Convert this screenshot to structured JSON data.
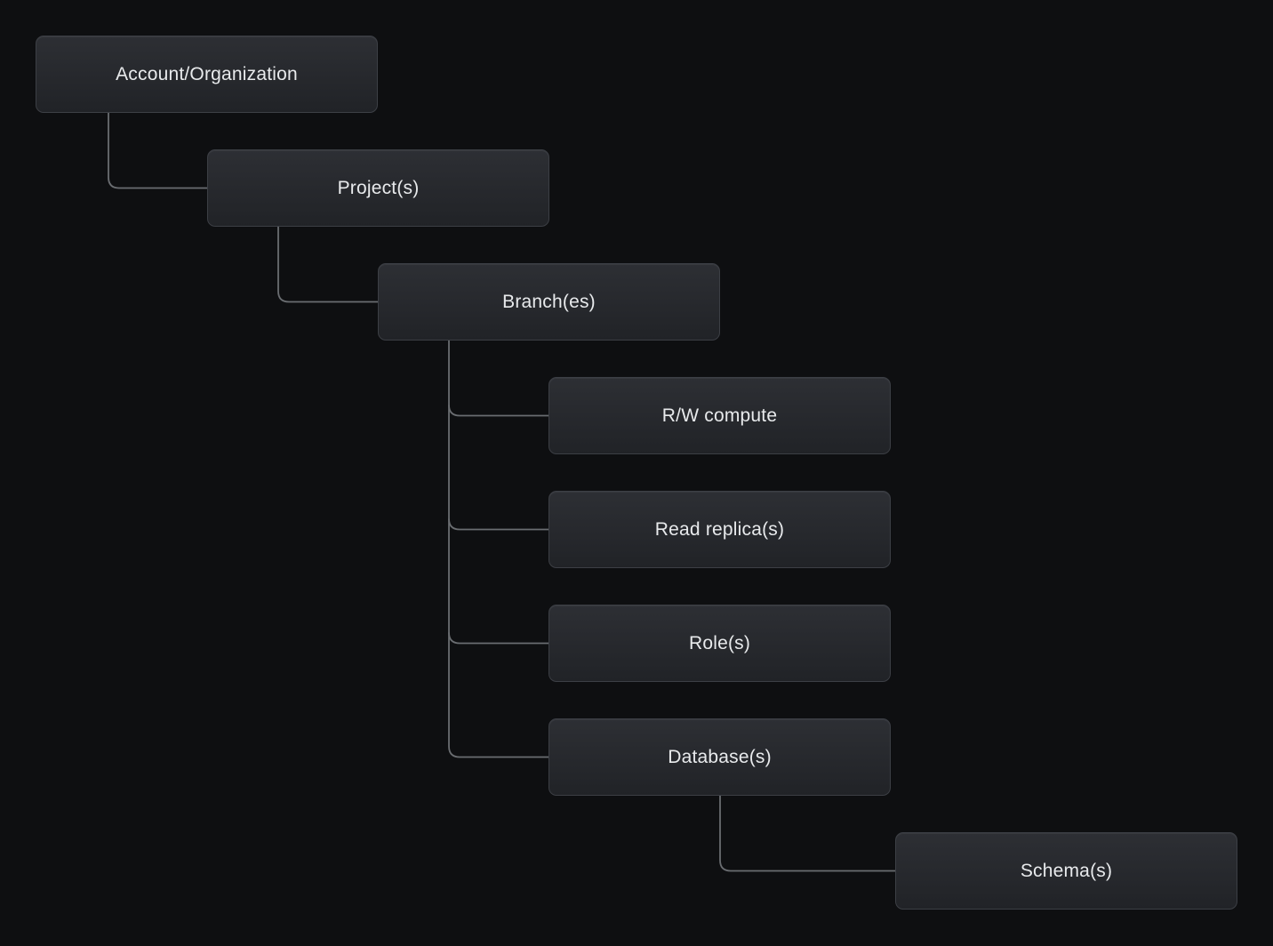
{
  "diagram": {
    "type": "hierarchy-tree",
    "nodes": [
      {
        "id": "account",
        "label": "Account/Organization",
        "parent": null
      },
      {
        "id": "project",
        "label": "Project(s)",
        "parent": "account"
      },
      {
        "id": "branch",
        "label": "Branch(es)",
        "parent": "project"
      },
      {
        "id": "rw",
        "label": "R/W compute",
        "parent": "branch"
      },
      {
        "id": "replica",
        "label": "Read replica(s)",
        "parent": "branch"
      },
      {
        "id": "role",
        "label": "Role(s)",
        "parent": "branch"
      },
      {
        "id": "database",
        "label": "Database(s)",
        "parent": "branch"
      },
      {
        "id": "schema",
        "label": "Schema(s)",
        "parent": "database"
      }
    ]
  },
  "colors": {
    "background": "#0e0f11",
    "node_fill_top": "#2d2f34",
    "node_fill_bottom": "#212327",
    "node_border": "#3c3f45",
    "connector": "#6a6d71",
    "text": "#e8eaec"
  }
}
